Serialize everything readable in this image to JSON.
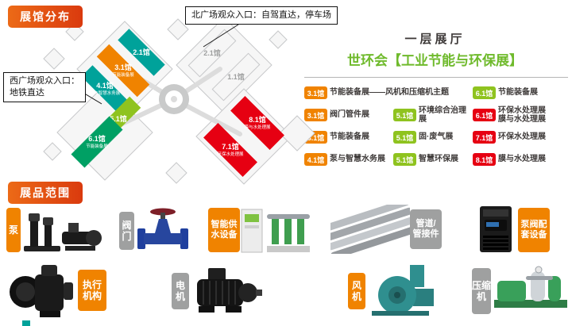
{
  "headers": {
    "hall_distribution": "展馆分布",
    "exhibit_scope": "展品范围"
  },
  "callouts": {
    "north": "北广场观众入口：自驾直达，停车场",
    "west": "西广场观众入口：\n地铁直达"
  },
  "panel": {
    "floor_title": "一层展厅",
    "expo_title": "世环会【工业节能与环保展】",
    "title_color": "#6fba2c"
  },
  "legend": {
    "items": [
      {
        "hall": "3.1馆",
        "color": "#f08300",
        "text": "节能装备展——风机和压缩机主题"
      },
      {
        "hall": "6.1馆",
        "color": "#8fc31f",
        "text": "节能装备展"
      },
      {
        "hall": "3.1馆",
        "color": "#f08300",
        "text": "阀门管件展"
      },
      {
        "hall": "5.1馆",
        "color": "#8fc31f",
        "text": "环境综合治理展"
      },
      {
        "hall": "6.1馆",
        "color": "#e60012",
        "text": "环保水处理展\n膜与水处理展"
      },
      {
        "hall": "3.1馆",
        "color": "#f08300",
        "text": "节能装备展"
      },
      {
        "hall": "5.1馆",
        "color": "#8fc31f",
        "text": "固·废气展"
      },
      {
        "hall": "7.1馆",
        "color": "#e60012",
        "text": "环保水处理展"
      },
      {
        "hall": "4.1馆",
        "color": "#f08300",
        "text": "泵与智慧水务展"
      },
      {
        "hall": "5.1馆",
        "color": "#8fc31f",
        "text": "智慧环保展"
      },
      {
        "hall": "8.1馆",
        "color": "#e60012",
        "text": "膜与水处理展"
      }
    ]
  },
  "map": {
    "halls": [
      {
        "label": "2.1馆",
        "color": "#00a29a"
      },
      {
        "label": "3.1馆",
        "sub": "节能装备展",
        "color": "#f08300"
      },
      {
        "label": "4.1馆",
        "sub": "泵与智慧水务展",
        "color": "#00a29a"
      },
      {
        "label": "2.1馆",
        "color": "#f6f6f6"
      },
      {
        "label": "1.1馆",
        "color": "#f6f6f6"
      },
      {
        "label": "5.1馆",
        "color": "#8fc31f"
      },
      {
        "label": "6.1馆",
        "sub": "节能装备展",
        "color": "#00a064"
      },
      {
        "label": "8.1馆",
        "sub": "膜与水处理展",
        "color": "#e60012"
      },
      {
        "label": "7.1馆",
        "sub": "环保水处理展",
        "color": "#e60012"
      }
    ]
  },
  "products": {
    "items": [
      {
        "label": "泵",
        "color": "#f08300"
      },
      {
        "label": "阀门",
        "color": "#9fa0a0"
      },
      {
        "label": "智能供\n水设备",
        "color": "#f08300"
      },
      {
        "label": "管道/\n管接件",
        "color": "#9fa0a0"
      },
      {
        "label": "泵阀配\n套设备",
        "color": "#f08300"
      },
      {
        "label": "执行\n机构",
        "color": "#f08300"
      },
      {
        "label": "电机",
        "color": "#9fa0a0"
      },
      {
        "label": "风机",
        "color": "#f08300"
      },
      {
        "label": "压缩机",
        "color": "#9fa0a0"
      }
    ]
  }
}
